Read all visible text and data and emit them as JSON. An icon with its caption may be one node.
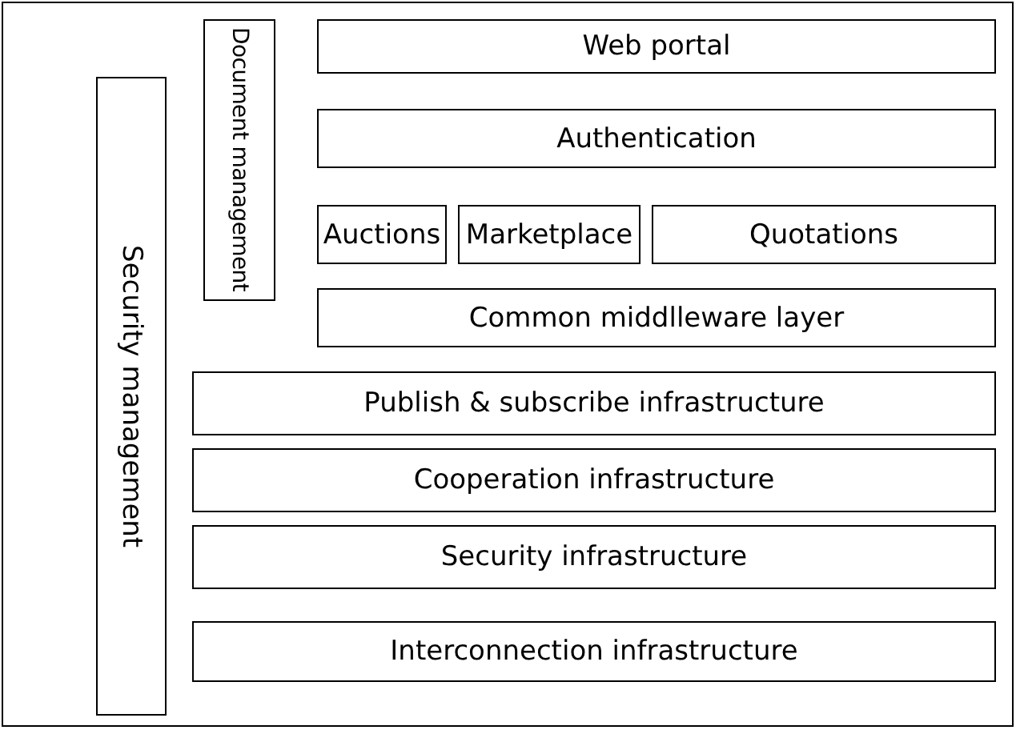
{
  "diagram": {
    "nodes": [
      {
        "text": [
          "Security management"
        ]
      },
      {
        "text": [
          "Document management"
        ]
      },
      {
        "text": [
          "Web portal"
        ]
      },
      {
        "text": [
          "Authentication"
        ]
      },
      {
        "text": [
          "Auctions"
        ]
      },
      {
        "text": [
          "Marketplace"
        ]
      },
      {
        "text": [
          "Quotations"
        ]
      },
      {
        "text": [
          "Common middlleware layer"
        ]
      },
      {
        "text": [
          "Publish & subscribe infrastructure"
        ]
      },
      {
        "text": [
          "Cooperation infrastructure"
        ]
      },
      {
        "text": [
          "Security infrastructure"
        ]
      },
      {
        "text": [
          "Interconnection infrastructure"
        ]
      }
    ],
    "edges": []
  }
}
